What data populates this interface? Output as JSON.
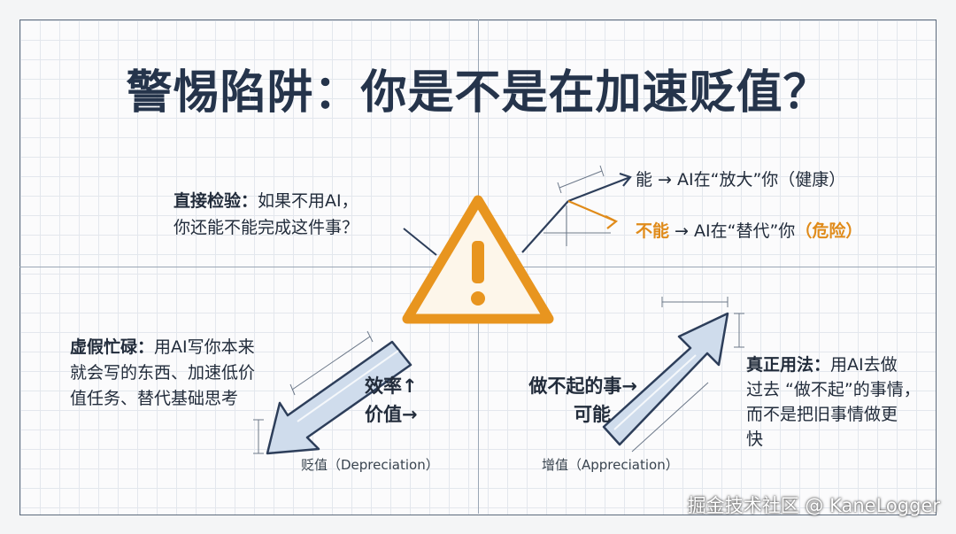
{
  "title": "警惕陷阱：你是不是在加速贬值？",
  "direct_test": {
    "label": "直接检验：",
    "line1": "如果不用AI，",
    "line2": "你还能不能完成这件事？"
  },
  "branch_yes": {
    "text": "能 → AI在“放大”你（健康）"
  },
  "branch_no": {
    "label": "不能",
    "text": " → AI在“替代”你",
    "tag": "（危险）"
  },
  "left_note": {
    "label": "虚假忙碌：",
    "line1": "用AI写你本来",
    "line2": "就会写的东西、加速低价",
    "line3": "值任务、替代基础思考"
  },
  "left_metric": {
    "line1": "效率↑",
    "line2": "价值→"
  },
  "left_caption": "贬值（Depreciation）",
  "right_metric": {
    "line1": "做不起的事→",
    "line2": "可能"
  },
  "right_note": {
    "label": "真正用法：",
    "line1": "用AI去做",
    "line2": "过去 “做不起”的事情，",
    "line3": "而不是把旧事情做更",
    "line4": "快"
  },
  "right_caption": "增值（Appreciation）",
  "watermark": "掘金技术社区 @ KaneLogger",
  "colors": {
    "title": "#25344b",
    "warning_orange": "#e8951f",
    "danger_orange": "#e08b1a",
    "arrow_fill": "#cfdcec",
    "ink": "#2d3e5a"
  },
  "icons": [
    "warning-triangle-icon",
    "down-left-arrow-icon",
    "up-right-arrow-icon",
    "branch-arrow-icon"
  ]
}
